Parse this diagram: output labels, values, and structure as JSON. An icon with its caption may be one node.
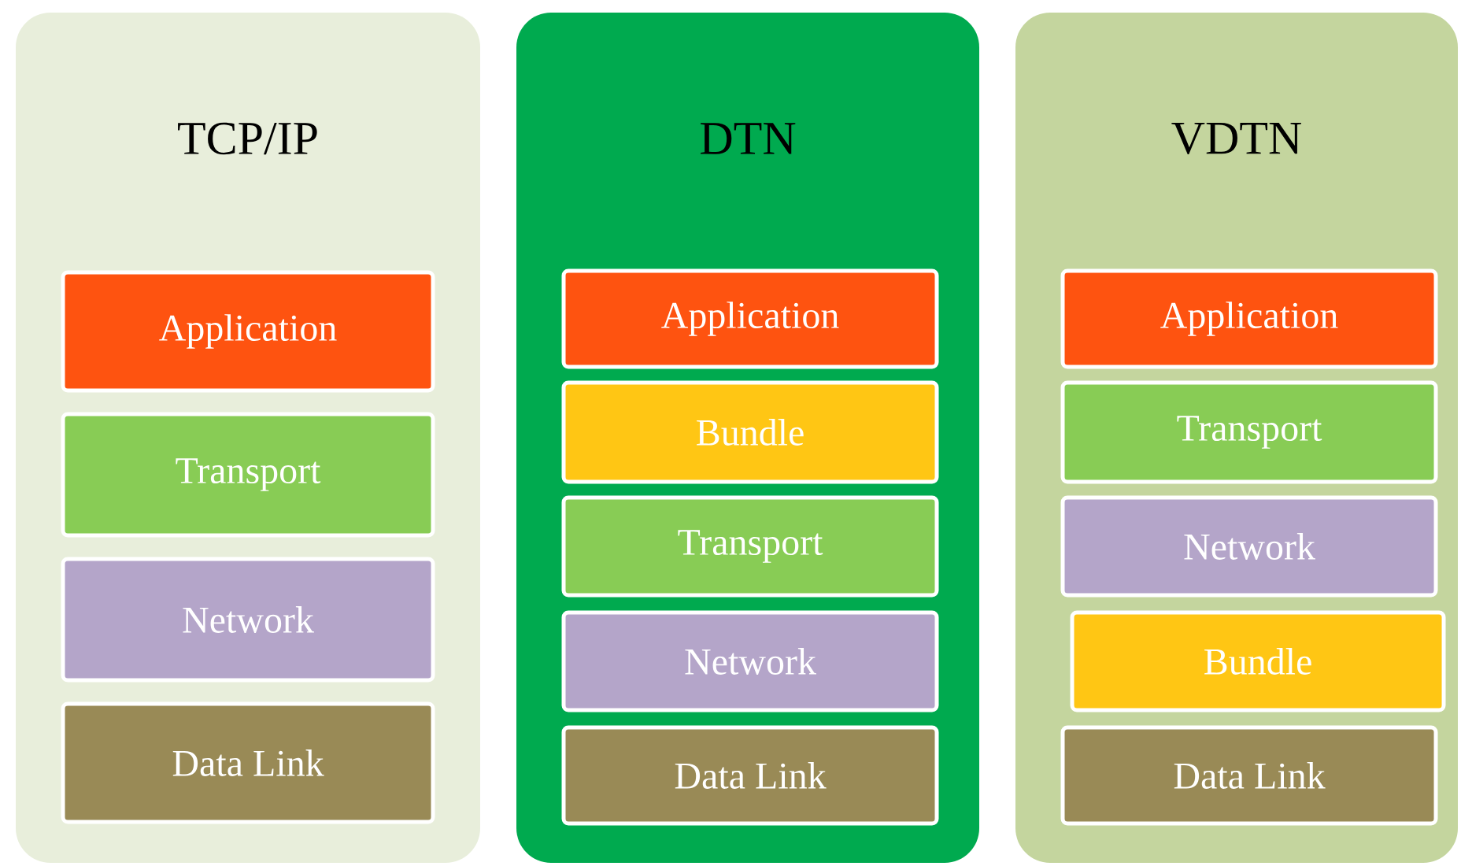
{
  "diagram": {
    "nodes": [
      {
        "text": [
          "TCP/IP"
        ]
      },
      {
        "text": [
          "Application"
        ],
        "in": 0
      },
      {
        "text": [
          "Transport"
        ],
        "in": 0
      },
      {
        "text": [
          "Network"
        ],
        "in": 0
      },
      {
        "text": [
          "Data Link"
        ],
        "in": 0
      },
      {
        "text": [
          "DTN"
        ]
      },
      {
        "text": [
          "Application"
        ],
        "in": 5
      },
      {
        "text": [
          "Bundle"
        ],
        "in": 5
      },
      {
        "text": [
          "Transport"
        ],
        "in": 5
      },
      {
        "text": [
          "Network"
        ],
        "in": 5
      },
      {
        "text": [
          "Data Link"
        ],
        "in": 5
      },
      {
        "text": [
          "VDTN"
        ]
      },
      {
        "text": [
          "Application"
        ],
        "in": 11
      },
      {
        "text": [
          "Transport"
        ],
        "in": 11
      },
      {
        "text": [
          "Network"
        ],
        "in": 11
      },
      {
        "text": [
          "Bundle"
        ],
        "in": 11
      },
      {
        "text": [
          "Data Link"
        ],
        "in": 11
      }
    ]
  }
}
